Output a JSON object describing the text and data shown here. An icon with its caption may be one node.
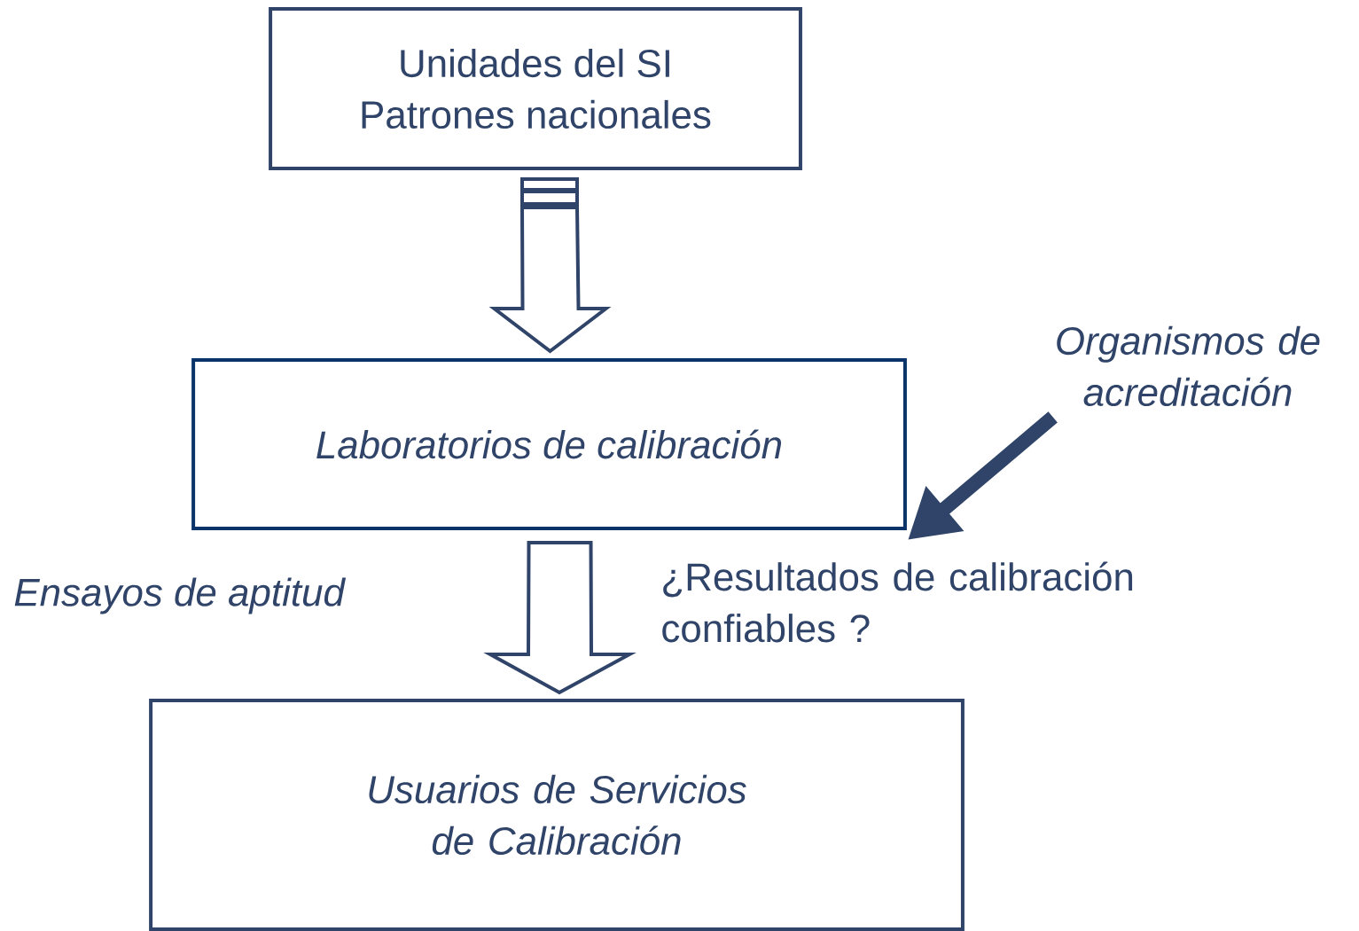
{
  "diagram": {
    "nodes": [
      {
        "text": [
          "Unidades del SI",
          "Patrones nacionales"
        ]
      },
      {
        "text": [
          "Laboratorios de calibración"
        ]
      },
      {
        "text": [
          "Usuarios de Servicios de Calibración"
        ]
      },
      {
        "text": [
          "Organismos de acreditación"
        ]
      }
    ],
    "edges": [
      {
        "from": 0,
        "to": 1,
        "arrow": "to"
      },
      {
        "from": 1,
        "to": 2,
        "arrow": "to"
      },
      {
        "from": 3,
        "to": 1,
        "arrow": "to"
      }
    ],
    "labels": [
      "Ensayos de aptitud",
      "¿Resultados de calibración confiables ?"
    ]
  }
}
